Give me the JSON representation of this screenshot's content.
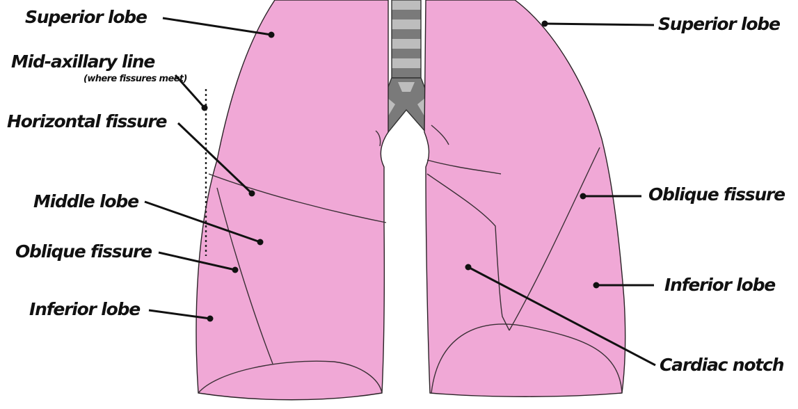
{
  "colors": {
    "lung": "#F0A8D6",
    "airway_dark": "#7A7A7A",
    "airway_light": "#BDBDBD"
  },
  "labels": {
    "right_superior_lobe": "Superior lobe",
    "mid_axillary_line": "Mid-axillary line",
    "mid_axillary_note": "(where fissures meet)",
    "horizontal_fissure": "Horizontal fissure",
    "middle_lobe": "Middle lobe",
    "right_oblique_fissure": "Oblique fissure",
    "right_inferior_lobe": "Inferior lobe",
    "left_superior_lobe": "Superior lobe",
    "left_oblique_fissure": "Oblique fissure",
    "left_inferior_lobe": "Inferior lobe",
    "cardiac_notch": "Cardiac notch"
  }
}
